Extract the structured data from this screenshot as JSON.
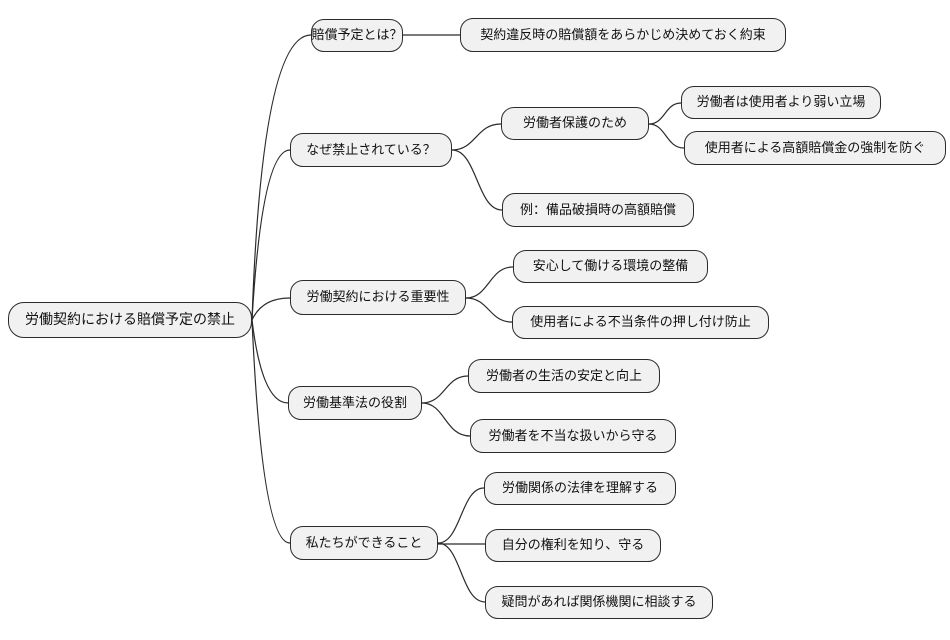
{
  "mindmap": {
    "root": {
      "label": "労働契約における賠償予定の禁止"
    },
    "branches": [
      {
        "label": "賠償予定とは？",
        "children": [
          {
            "label": "契約違反時の賠償額をあらかじめ決めておく約束"
          }
        ]
      },
      {
        "label": "なぜ禁止されている？",
        "children": [
          {
            "label": "労働者保護のため",
            "children": [
              {
                "label": "労働者は使用者より弱い立場"
              },
              {
                "label": "使用者による高額賠償金の強制を防ぐ"
              }
            ]
          },
          {
            "label": "例：備品破損時の高額賠償"
          }
        ]
      },
      {
        "label": "労働契約における重要性",
        "children": [
          {
            "label": "安心して働ける環境の整備"
          },
          {
            "label": "使用者による不当条件の押し付け防止"
          }
        ]
      },
      {
        "label": "労働基準法の役割",
        "children": [
          {
            "label": "労働者の生活の安定と向上"
          },
          {
            "label": "労働者を不当な扱いから守る"
          }
        ]
      },
      {
        "label": "私たちができること",
        "children": [
          {
            "label": "労働関係の法律を理解する"
          },
          {
            "label": "自分の権利を知り、守る"
          },
          {
            "label": "疑問があれば関係機関に相談する"
          }
        ]
      }
    ],
    "colors": {
      "background": "#ffffff",
      "node_fill": "#f1f1f1",
      "node_border": "#2b2b2b",
      "edge": "#2b2b2b",
      "text": "#111111"
    }
  }
}
